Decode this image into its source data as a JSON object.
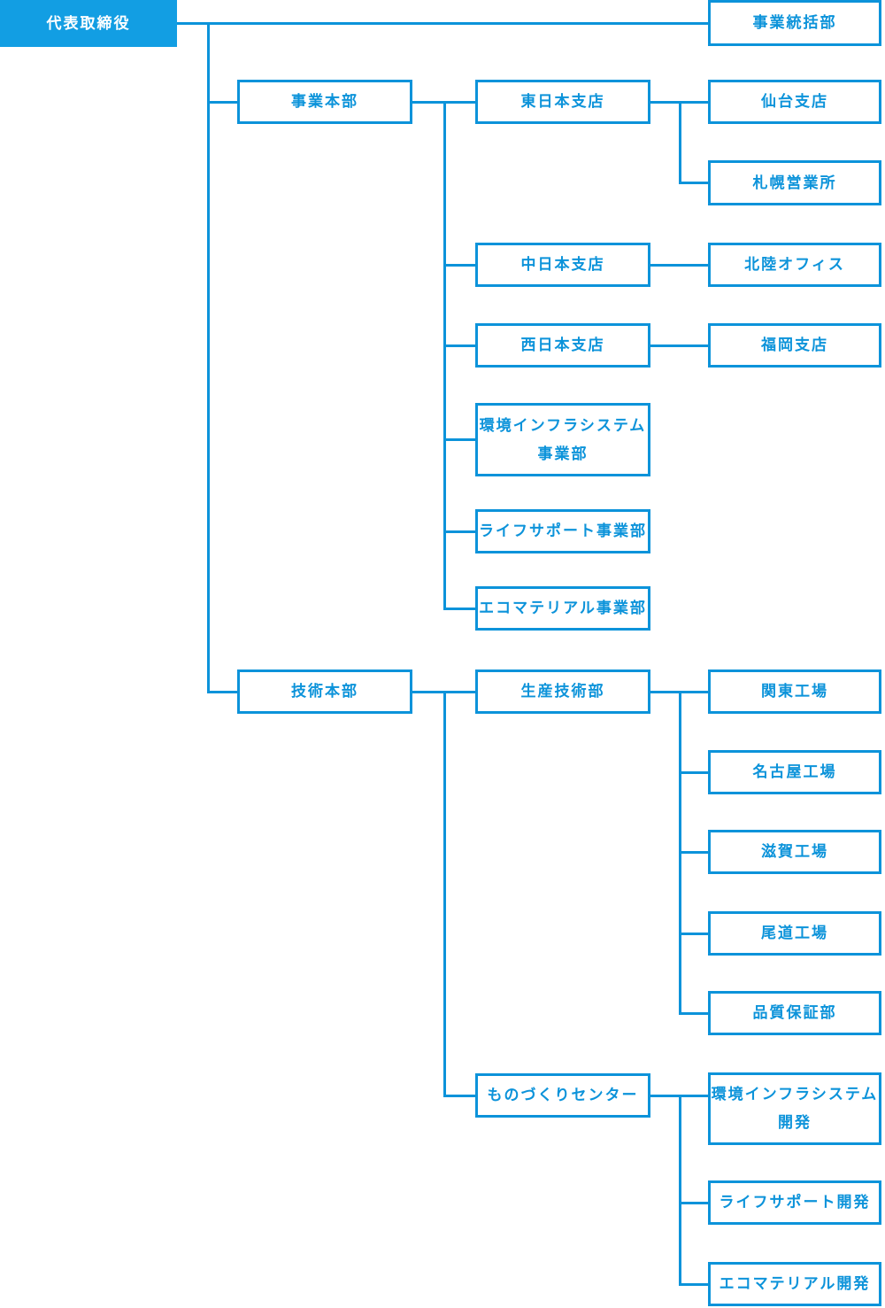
{
  "colors": {
    "accent": "#0c93da",
    "root_fill": "#129ee3",
    "root_text": "#ffffff",
    "node_background": "#ffffff",
    "page_background": "#ffffff"
  },
  "org_chart": {
    "nodes": [
      {
        "id": "ceo",
        "label": "代表取締役"
      },
      {
        "id": "business-supervision-dept",
        "label": "事業統括部"
      },
      {
        "id": "business-hq",
        "label": "事業本部"
      },
      {
        "id": "east-japan-branch",
        "label": "東日本支店"
      },
      {
        "id": "sendai-branch",
        "label": "仙台支店"
      },
      {
        "id": "sapporo-office",
        "label": "札幌営業所"
      },
      {
        "id": "central-japan-branch",
        "label": "中日本支店"
      },
      {
        "id": "hokuriku-office",
        "label": "北陸オフィス"
      },
      {
        "id": "west-japan-branch",
        "label": "西日本支店"
      },
      {
        "id": "fukuoka-branch",
        "label": "福岡支店"
      },
      {
        "id": "env-infra-system-division",
        "label": "環境インフラシステム事業部",
        "lines": [
          "環境インフラシステム",
          "事業部"
        ]
      },
      {
        "id": "life-support-division",
        "label": "ライフサポート事業部"
      },
      {
        "id": "eco-material-division",
        "label": "エコマテリアル事業部"
      },
      {
        "id": "technology-hq",
        "label": "技術本部"
      },
      {
        "id": "production-engineering-dept",
        "label": "生産技術部"
      },
      {
        "id": "kanto-plant",
        "label": "関東工場"
      },
      {
        "id": "nagoya-plant",
        "label": "名古屋工場"
      },
      {
        "id": "shiga-plant",
        "label": "滋賀工場"
      },
      {
        "id": "onomichi-plant",
        "label": "尾道工場"
      },
      {
        "id": "quality-assurance-dept",
        "label": "品質保証部"
      },
      {
        "id": "monozukuri-center",
        "label": "ものづくりセンター"
      },
      {
        "id": "env-infra-system-dev",
        "label": "環境インフラシステム開発",
        "lines": [
          "環境インフラシステム",
          "開発"
        ]
      },
      {
        "id": "life-support-dev",
        "label": "ライフサポート開発"
      },
      {
        "id": "eco-material-dev",
        "label": "エコマテリアル開発"
      }
    ],
    "edges": [
      [
        "ceo",
        "business-supervision-dept"
      ],
      [
        "ceo",
        "business-hq"
      ],
      [
        "ceo",
        "technology-hq"
      ],
      [
        "business-hq",
        "east-japan-branch"
      ],
      [
        "business-hq",
        "central-japan-branch"
      ],
      [
        "business-hq",
        "west-japan-branch"
      ],
      [
        "business-hq",
        "env-infra-system-division"
      ],
      [
        "business-hq",
        "life-support-division"
      ],
      [
        "business-hq",
        "eco-material-division"
      ],
      [
        "east-japan-branch",
        "sendai-branch"
      ],
      [
        "east-japan-branch",
        "sapporo-office"
      ],
      [
        "central-japan-branch",
        "hokuriku-office"
      ],
      [
        "west-japan-branch",
        "fukuoka-branch"
      ],
      [
        "technology-hq",
        "production-engineering-dept"
      ],
      [
        "technology-hq",
        "monozukuri-center"
      ],
      [
        "production-engineering-dept",
        "kanto-plant"
      ],
      [
        "production-engineering-dept",
        "nagoya-plant"
      ],
      [
        "production-engineering-dept",
        "shiga-plant"
      ],
      [
        "production-engineering-dept",
        "onomichi-plant"
      ],
      [
        "production-engineering-dept",
        "quality-assurance-dept"
      ],
      [
        "monozukuri-center",
        "env-infra-system-dev"
      ],
      [
        "monozukuri-center",
        "life-support-dev"
      ],
      [
        "monozukuri-center",
        "eco-material-dev"
      ]
    ]
  }
}
